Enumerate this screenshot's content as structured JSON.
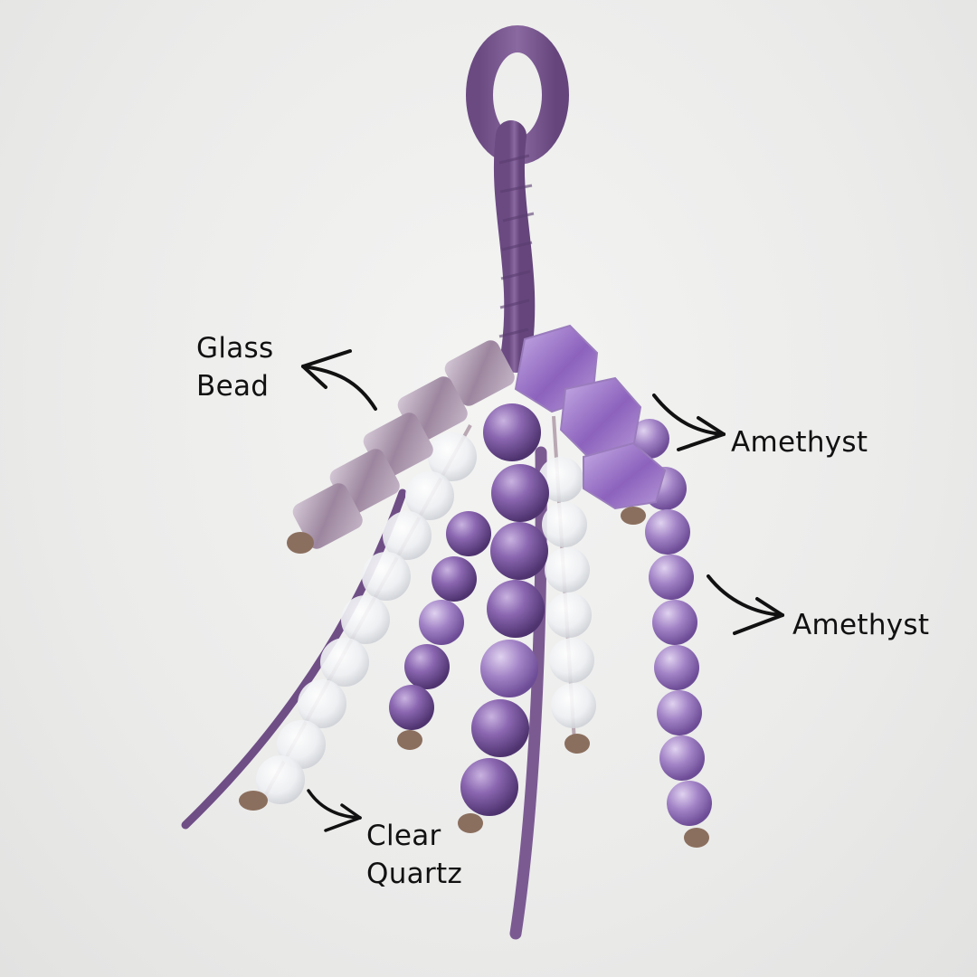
{
  "product": {
    "type": "crystal tassel keychain",
    "colors": {
      "background": "#ececec",
      "suede": "#7d5a93",
      "suede_dark": "#5e3f73",
      "amethyst": "#8a66b0",
      "amethyst_dark": "#5d3f86",
      "glass_bead": "#a690ae",
      "clear_quartz": "#f2f4f6",
      "knot": "#8b6f5e",
      "label_text": "#111111"
    }
  },
  "labels": [
    {
      "id": "glass-bead",
      "line1": "Glass",
      "line2": "Bead"
    },
    {
      "id": "amethyst-1",
      "line1": "Amethyst"
    },
    {
      "id": "amethyst-2",
      "line1": "Amethyst"
    },
    {
      "id": "clear-quartz",
      "line1": "Clear",
      "line2": "Quartz"
    }
  ]
}
